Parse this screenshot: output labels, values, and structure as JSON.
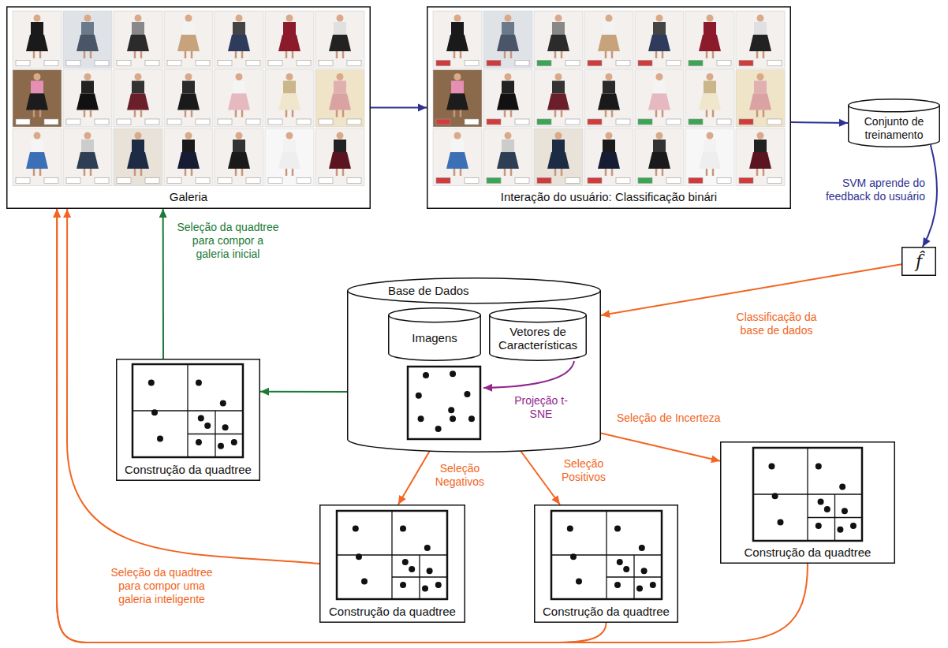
{
  "diagram": {
    "nodes": [
      {
        "text": [
          "Galeria"
        ]
      },
      {
        "text": [
          "Interação do usuário: Classificação binári"
        ]
      },
      {
        "text": [
          "Conjunto de treinamento"
        ]
      },
      {
        "text": [
          "f̂"
        ]
      },
      {
        "text": [
          "Base de Dados"
        ]
      },
      {
        "text": [
          "Imagens"
        ],
        "in": 4
      },
      {
        "text": [
          "Vetores de Características"
        ],
        "in": 4
      },
      {
        "text": [
          "Construção da quadtree"
        ]
      },
      {
        "text": [
          "Construção da quadtree"
        ]
      },
      {
        "text": [
          "Construção da quadtree"
        ]
      },
      {
        "text": [
          "Construção da quadtree"
        ]
      }
    ],
    "edges": [
      {
        "from": 0,
        "to": 1,
        "arrow": "to"
      },
      {
        "from": 1,
        "to": 2,
        "arrow": "to"
      },
      {
        "from": 2,
        "to": 3,
        "label": "SVM aprende do feedback do usuário",
        "arrow": "to"
      },
      {
        "from": 3,
        "to": 4,
        "label": "Classificação da base de dados",
        "arrow": "to"
      },
      {
        "from": 4,
        "to": 7,
        "arrow": "to"
      },
      {
        "from": 7,
        "to": 0,
        "label": "Seleção da quadtree para compor a galeria inicial",
        "arrow": "to"
      },
      {
        "from": 4,
        "to": 8,
        "label": "Seleção Negativos",
        "arrow": "to"
      },
      {
        "from": 4,
        "to": 9,
        "label": "Seleção Positivos",
        "arrow": "to"
      },
      {
        "from": 4,
        "to": 10,
        "label": "Seleção de Incerteza",
        "arrow": "to"
      },
      {
        "from": 8,
        "to": 0,
        "label": "Seleção da quadtree para compor uma galeria inteligente",
        "arrow": "to"
      },
      {
        "from": 9,
        "to": 0,
        "arrow": "to"
      },
      {
        "from": 10,
        "to": 0,
        "arrow": "to"
      }
    ],
    "labels": [
      "Projeção t-SNE"
    ]
  }
}
